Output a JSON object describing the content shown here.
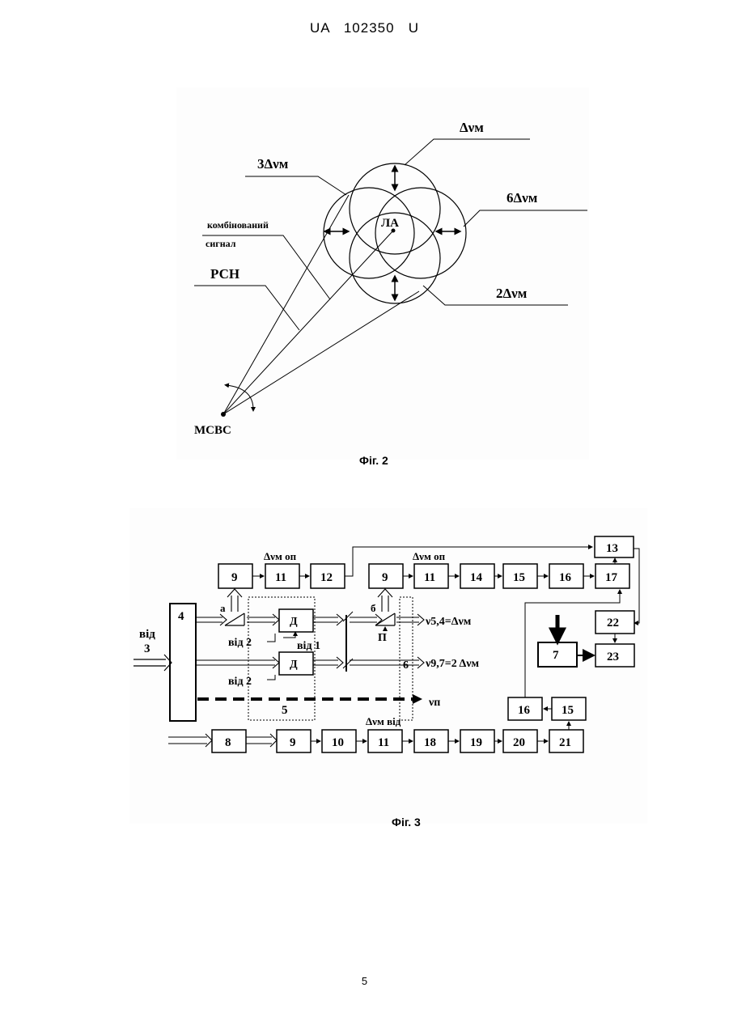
{
  "header": {
    "doc_number": "UA   102350   U"
  },
  "figure2": {
    "caption": "Фіг. 2",
    "labels": {
      "dv1": "Δνм",
      "dv3": "3Δνм",
      "dv6": "6Δνм",
      "dv2": "2Δνм",
      "combined_1": "комбінований",
      "combined_2": "сигнал",
      "rsn": "РСН",
      "la": "ЛА",
      "msvs": "МСВС"
    }
  },
  "figure3": {
    "caption": "Фіг. 3",
    "labels": {
      "vid3_a": "від",
      "vid3_b": "3",
      "block4": "4",
      "a": "а",
      "b": "б",
      "vid2_top": "від 2",
      "vid2_bot": "від 2",
      "vid1": "від 1",
      "d_top": "Д",
      "d_bot": "Д",
      "p": "П",
      "block5": "5",
      "block6": "6",
      "dv_op_left": "Δνм оп",
      "dv_op_right": "Δνм оп",
      "dv_vid": "Δνм від",
      "out_54": "ν5,4=Δνм",
      "out_97": "ν9,7=2 Δνм",
      "out_n": "νп"
    },
    "blocks_row1_left": [
      "9",
      "11",
      "12"
    ],
    "blocks_row1_right": [
      "9",
      "11",
      "14",
      "15",
      "16",
      "17"
    ],
    "block13": "13",
    "block22": "22",
    "block23": "23",
    "block7": "7",
    "blocks_row_mid": [
      "16",
      "15"
    ],
    "blocks_bottom": [
      "8",
      "9",
      "10",
      "11",
      "18",
      "19",
      "20",
      "21"
    ]
  },
  "page_number": "5"
}
